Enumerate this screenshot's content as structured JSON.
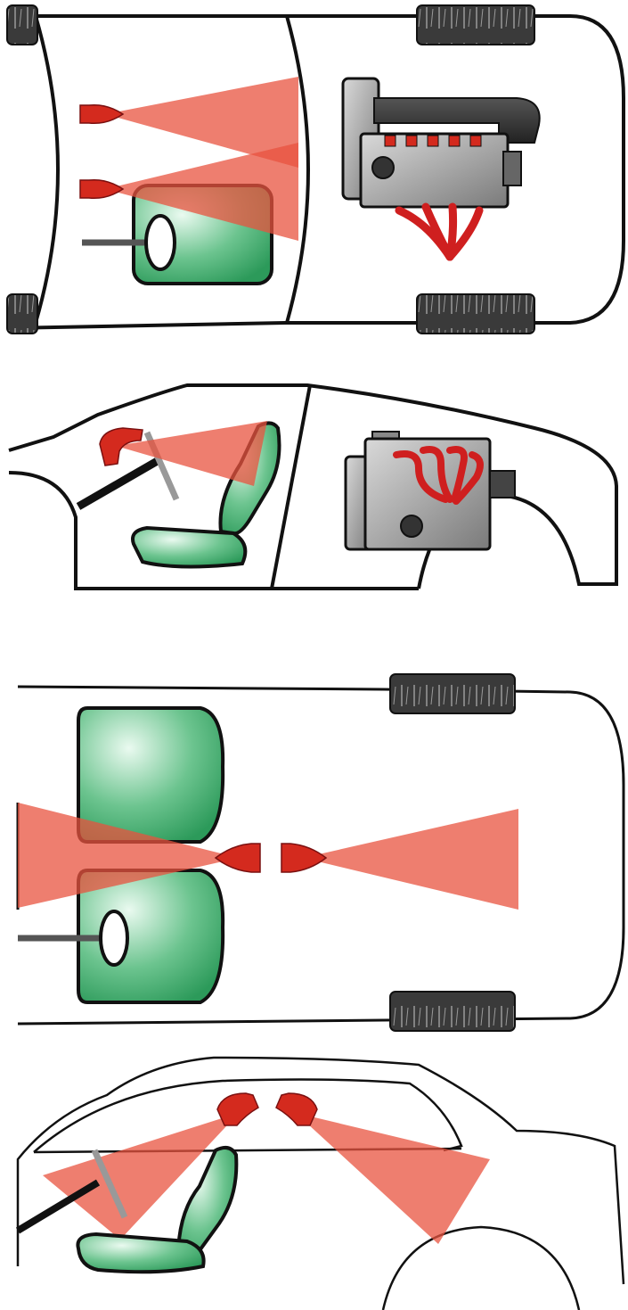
{
  "diagram": {
    "panels": [
      {
        "view": "top",
        "layout": "engine-bay"
      },
      {
        "view": "side",
        "layout": "engine-bay"
      },
      {
        "view": "top",
        "layout": "cabin"
      },
      {
        "view": "side",
        "layout": "cabin"
      }
    ],
    "colors": {
      "outline": "#111111",
      "detector_red": "#d42a1e",
      "beam": "#e8533f",
      "seat_green": "#3fa86a",
      "seat_light": "#d8f4e2",
      "tire": "#3a3a3a",
      "engine_gray": "#9a9a9a",
      "manifold_red": "#cf1f1f"
    }
  }
}
